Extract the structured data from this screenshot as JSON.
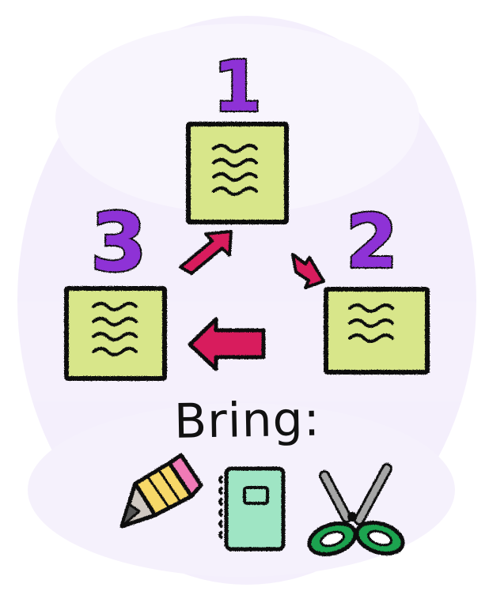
{
  "steps": [
    {
      "number": "1"
    },
    {
      "number": "2"
    },
    {
      "number": "3"
    }
  ],
  "bring": {
    "label": "Bring:"
  },
  "items": [
    {
      "icon": "pencil-icon"
    },
    {
      "icon": "notebook-icon"
    },
    {
      "icon": "scissors-icon"
    }
  ],
  "colors": {
    "paper": "#d8e68a",
    "number": "#8e33d6",
    "arrow": "#d81f5d",
    "outline": "#111111",
    "wash": "#efe8fb"
  }
}
